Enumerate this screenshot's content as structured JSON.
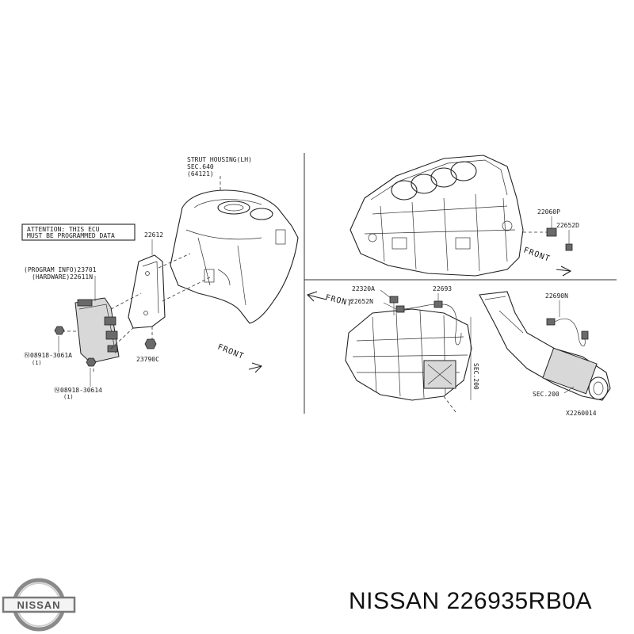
{
  "labels": {
    "strut_housing": "STRUT HOUSING(LH)",
    "sec_640": "SEC.640",
    "ref_64121": "(64121)",
    "attention_line1": "ATTENTION: THIS ECU",
    "attention_line2": "MUST BE PROGRAMMED DATA",
    "part_22612": "22612",
    "program_info": "(PROGRAM INFO)23701",
    "hardware": "(HARDWARE)22611N",
    "nut_1": "Ⓝ08918-3061A",
    "nut_1_qty": "(1)",
    "nut_2": "Ⓝ08918-30614",
    "nut_2_qty": "(1)",
    "part_23790c": "23790C",
    "front_left": "FRONT",
    "part_22060p": "22060P",
    "part_22652d": "22652D",
    "front_engine": "FRONT",
    "part_22320a": "22320A",
    "part_22693": "22693",
    "part_22652n": "22652N",
    "front_exhaust": "FRONT",
    "part_22690n": "22690N",
    "sec_200_label": "SEC.200",
    "sec_200_label_vertical": "SEC.200",
    "drawing_code": "X2260014"
  },
  "brand": {
    "logo_text": "NISSAN",
    "part_caption": "NISSAN 226935RB0A"
  }
}
